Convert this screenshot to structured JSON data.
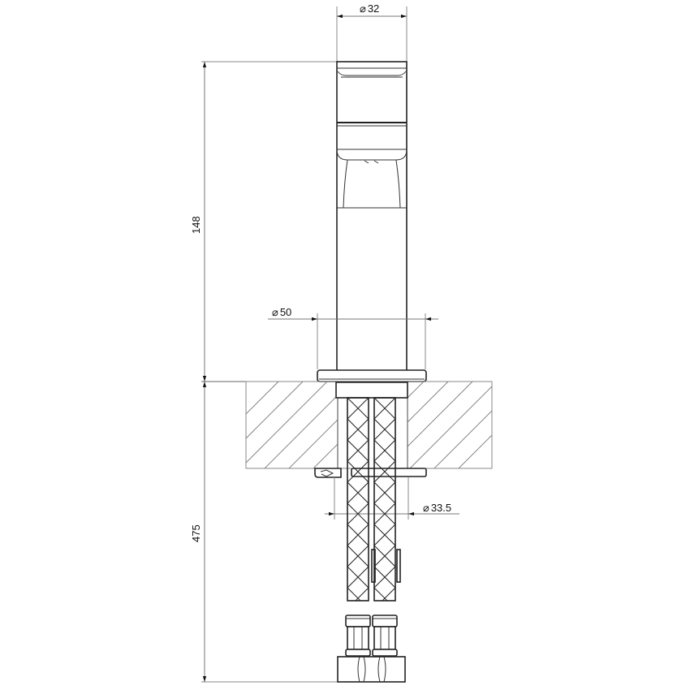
{
  "drawing": {
    "title": "Basin mixer technical drawing (side elevation)",
    "line_color": "#222222",
    "dimension_color": "#777777",
    "hatch_color": "#777777"
  },
  "dimensions": {
    "spout_diameter": {
      "symbol": "⌀",
      "value": "32"
    },
    "base_diameter": {
      "symbol": "⌀",
      "value": "50"
    },
    "thread_diameter": {
      "symbol": "⌀",
      "value": "33.5"
    },
    "height_above_deck": {
      "value": "148"
    },
    "hose_length": {
      "value": "475"
    }
  },
  "parts": [
    {
      "name": "handle-lever"
    },
    {
      "name": "spout-body"
    },
    {
      "name": "base-flange"
    },
    {
      "name": "countertop-section"
    },
    {
      "name": "fixing-plate"
    },
    {
      "name": "flexible-hoses"
    },
    {
      "name": "hose-connectors"
    }
  ]
}
